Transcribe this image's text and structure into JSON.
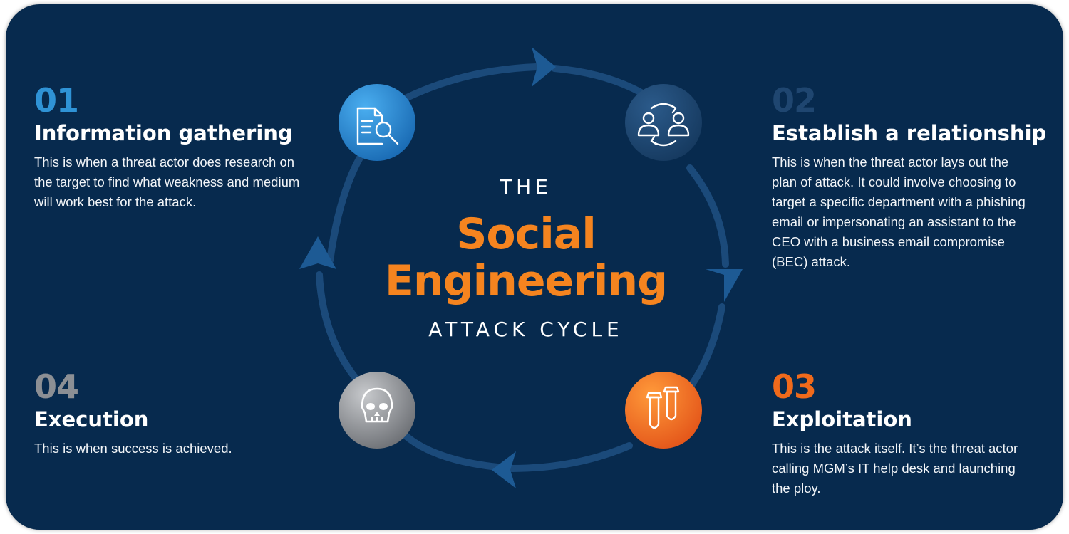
{
  "center": {
    "the": "THE",
    "line1": "Social",
    "line2": "Engineering",
    "subtitle": "ATTACK CYCLE"
  },
  "steps": [
    {
      "number": "01",
      "title": "Information gathering",
      "description": "This is when a threat actor does research on the target to find what weakness and medium will work best for the attack.",
      "icon": "document-search-icon",
      "color": "#2f93d6"
    },
    {
      "number": "02",
      "title": "Establish a relationship",
      "description": "This is when the threat actor lays out the plan of attack. It could involve choosing to target a specific department with a phishing email or impersonating an assistant to the CEO with a business email compromise (BEC) attack.",
      "icon": "people-exchange-icon",
      "color": "#1f4670"
    },
    {
      "number": "03",
      "title": "Exploitation",
      "description": "This is the attack itself. It’s the threat actor calling MGM’s IT help desk and launching the ploy.",
      "icon": "bombs-icon",
      "color": "#f06a1b"
    },
    {
      "number": "04",
      "title": "Execution",
      "description": "This is when success is achieved.",
      "icon": "skull-icon",
      "color": "#8c8f94"
    }
  ],
  "colors": {
    "background": "#072a4e",
    "accent_orange": "#f5841f",
    "ring": "#1b4a7a"
  }
}
